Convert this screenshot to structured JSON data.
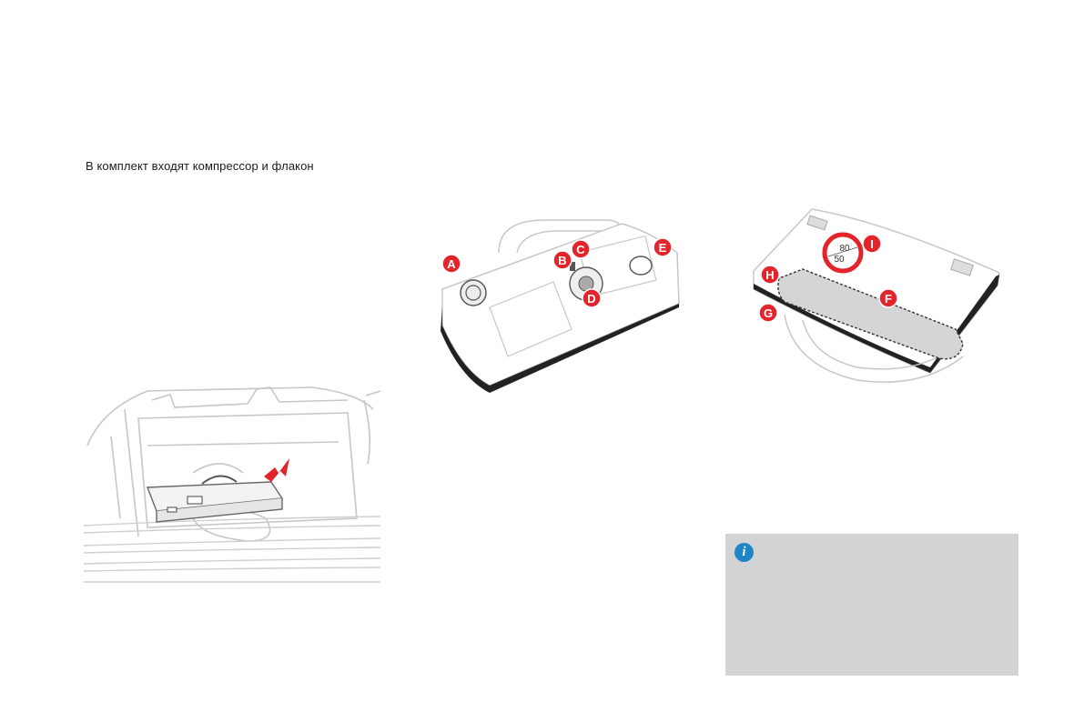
{
  "intro_text": "В комплект входят компрессор и флакон",
  "callouts": {
    "a": "A",
    "b": "B",
    "c": "C",
    "d": "D",
    "e": "E",
    "f": "F",
    "g": "G",
    "h": "H",
    "i": "I"
  },
  "speed_sign": {
    "upper": "80",
    "lower": "50"
  },
  "icons": {
    "info": "info-icon",
    "arrow": "red-arrow-icon"
  },
  "colors": {
    "callout_red": "#e3242b",
    "info_blue": "#1d86c7",
    "info_box_bg": "#d2d3d5",
    "line_gray": "#bfbfbf"
  },
  "info_box": {
    "icon_glyph": "i"
  }
}
